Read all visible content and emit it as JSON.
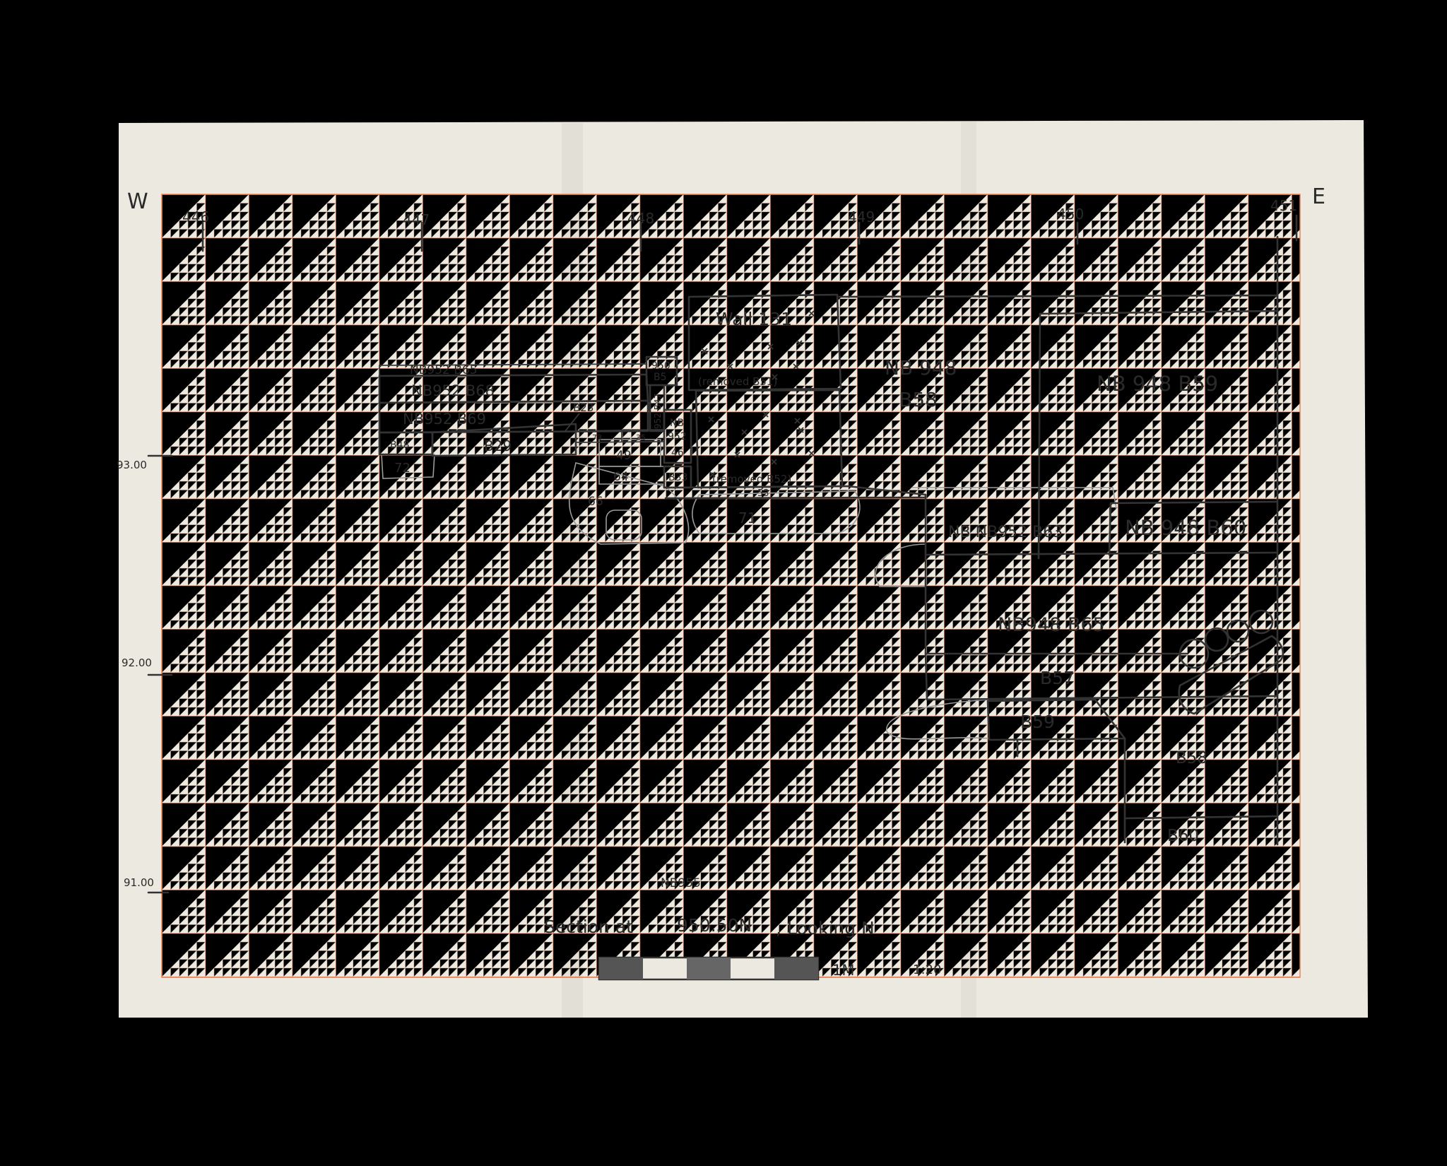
{
  "orientation": {
    "west": "W",
    "east": "E"
  },
  "easting_ticks": [
    "446",
    "447",
    "448",
    "449",
    "450",
    "451"
  ],
  "elevation_ticks": [
    "93.00",
    "92.00",
    "91.00"
  ],
  "labels": {
    "wall": "Wall 131",
    "removed_upper": "(removed B51)",
    "removed_lower": "(removed B52)",
    "nb948_b58": "NB 948",
    "nb948_b58_b": "B58",
    "nb948_b59": "NB 948 B59",
    "nb948_b60": "NB 948 B60",
    "nb948_b65": "NB948 B65",
    "b57": "B57",
    "b59": "B59",
    "b58": "B58",
    "b60": "B60",
    "nb952_b65": "NB952 B65",
    "nb952_b68": "NB952 B68",
    "nb952_b69": "NB952 B69",
    "b23": "B23",
    "b48": "B48",
    "b29": "B29",
    "n950_b5_a": "950",
    "n950_b5_b": "B5",
    "vert_952": "952 B47",
    "nb_952_46_a": "NB",
    "nb_952_46_b": "952",
    "nb_952_46_c": "46",
    "b33": "B33",
    "n53": "53",
    "n71": "71",
    "n72": "72",
    "n49": "49",
    "n64": "64",
    "n66": "66",
    "n73": "73",
    "n35": "35",
    "ghost_nb": "NB NB952 B63"
  },
  "notebook": "NB955",
  "caption": {
    "prefix": "Section at",
    "northing": "950.50N",
    "suffix": ", Looking N"
  },
  "scale_bar": {
    "length_label": "1M",
    "ratio": "1:20"
  }
}
